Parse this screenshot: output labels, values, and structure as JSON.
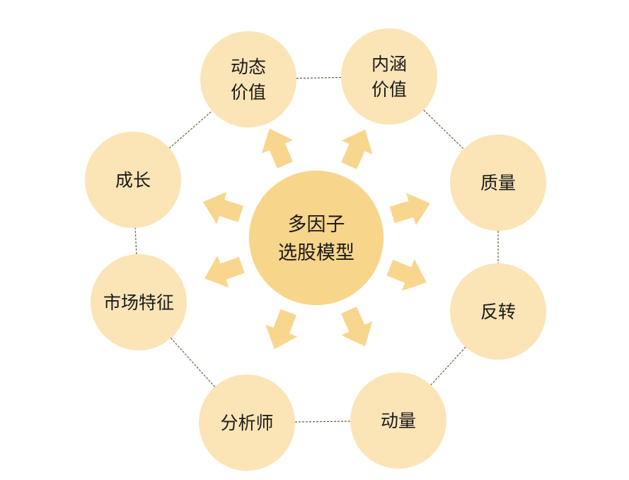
{
  "center": {
    "lines": [
      "多因子",
      "选股模型"
    ]
  },
  "factors": [
    {
      "lines": [
        "动态",
        "价值"
      ]
    },
    {
      "lines": [
        "内涵",
        "价值"
      ]
    },
    {
      "lines": [
        "质量"
      ]
    },
    {
      "lines": [
        "反转"
      ]
    },
    {
      "lines": [
        "动量"
      ]
    },
    {
      "lines": [
        "分析师"
      ]
    },
    {
      "lines": [
        "市场特征"
      ]
    },
    {
      "lines": [
        "成长"
      ]
    }
  ],
  "colors": {
    "center": "#f7d58a",
    "node": "#fbe4b6",
    "arrow": "#f8d68e",
    "connector": "#6b5a3a"
  }
}
